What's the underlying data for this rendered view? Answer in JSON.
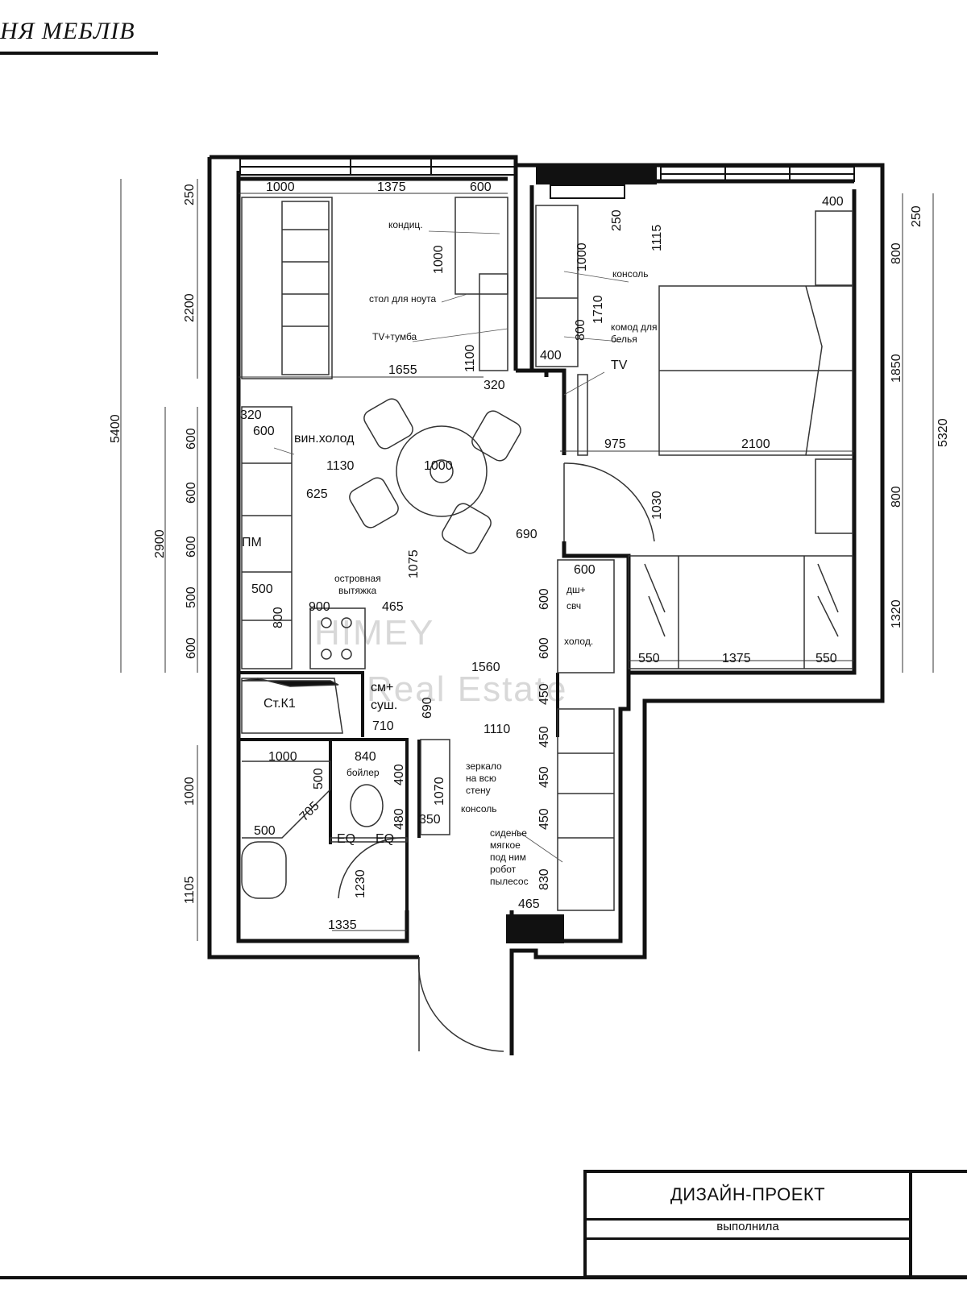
{
  "title": "НЯ МЕБЛІВ",
  "stamp": {
    "project": "ДИЗАЙН-ПРОЕКТ",
    "author": "выполнила"
  },
  "watermark": {
    "line1": "HIMEY",
    "line2": "Real Estate"
  },
  "dimensions": {
    "d1000a": "1000",
    "d1375a": "1375",
    "d600a": "600",
    "d400a": "400",
    "d250a": "250",
    "d250b": "250",
    "d250c": "250",
    "d1115": "1115",
    "d1000b": "1000",
    "d1710": "1710",
    "d800a": "800",
    "d400b": "400",
    "d2200": "2200",
    "d5400": "5400",
    "d5320": "5320",
    "d800b": "800",
    "d1850": "1850",
    "d800c": "800",
    "d1320": "1320",
    "d1655": "1655",
    "d1100": "1100",
    "d320a": "320",
    "d320b": "320",
    "d600b": "600",
    "d1130": "1130",
    "d1000c": "1000",
    "d625": "625",
    "d690a": "690",
    "d1075": "1075",
    "d975": "975",
    "d2100": "2100",
    "d1030": "1030",
    "d2900": "2900",
    "d600c": "600",
    "d600d": "600",
    "d600e": "600",
    "d500a": "500",
    "d600f": "600",
    "d500b": "500",
    "d800d": "800",
    "d900": "900",
    "d465a": "465",
    "d600g": "600",
    "d600h": "600",
    "d600i": "600",
    "d550a": "550",
    "d1375b": "1375",
    "d550b": "550",
    "d1560": "1560",
    "d450a": "450",
    "d690b": "690",
    "d710": "710",
    "d1110": "1110",
    "d450b": "450",
    "d450c": "450",
    "d450d": "450",
    "d830": "830",
    "d465b": "465",
    "d1000d": "1000",
    "d840": "840",
    "d400c": "400",
    "d500c": "500",
    "d705": "705",
    "d500d": "500",
    "d480": "480",
    "d1070": "1070",
    "d350": "350",
    "d1000e": "1000",
    "d1105": "1105",
    "d1230": "1230",
    "d1335": "1335"
  },
  "labels": {
    "kondits": "кондиц.",
    "stol_notebook": "стол для ноута",
    "tv_tumba": "TV+тумба",
    "konsol_top": "консоль",
    "komod_line1": "комод для",
    "komod_line2": "белья",
    "tv": "TV",
    "vin_holod": "вин.холод",
    "pm": "ПМ",
    "vytyazhka_line1": "островная",
    "vytyazhka_line2": "вытяжка",
    "dsh_line1": "дш+",
    "dsh_line2": "свч",
    "holod": "холод.",
    "sm_line1": "см+",
    "sm_line2": "суш.",
    "st_k1": "Ст.К1",
    "boiler": "бойлер",
    "eq1": "EQ",
    "eq2": "EQ",
    "zerkalo_line1": "зеркало",
    "zerkalo_line2": "на всю",
    "zerkalo_line3": "стену",
    "konsol_bottom": "консоль",
    "sid_line1": "сиденье",
    "sid_line2": "мягкое",
    "sid_line3": "под ним",
    "sid_line4": "робот",
    "sid_line5": "пылесос"
  }
}
